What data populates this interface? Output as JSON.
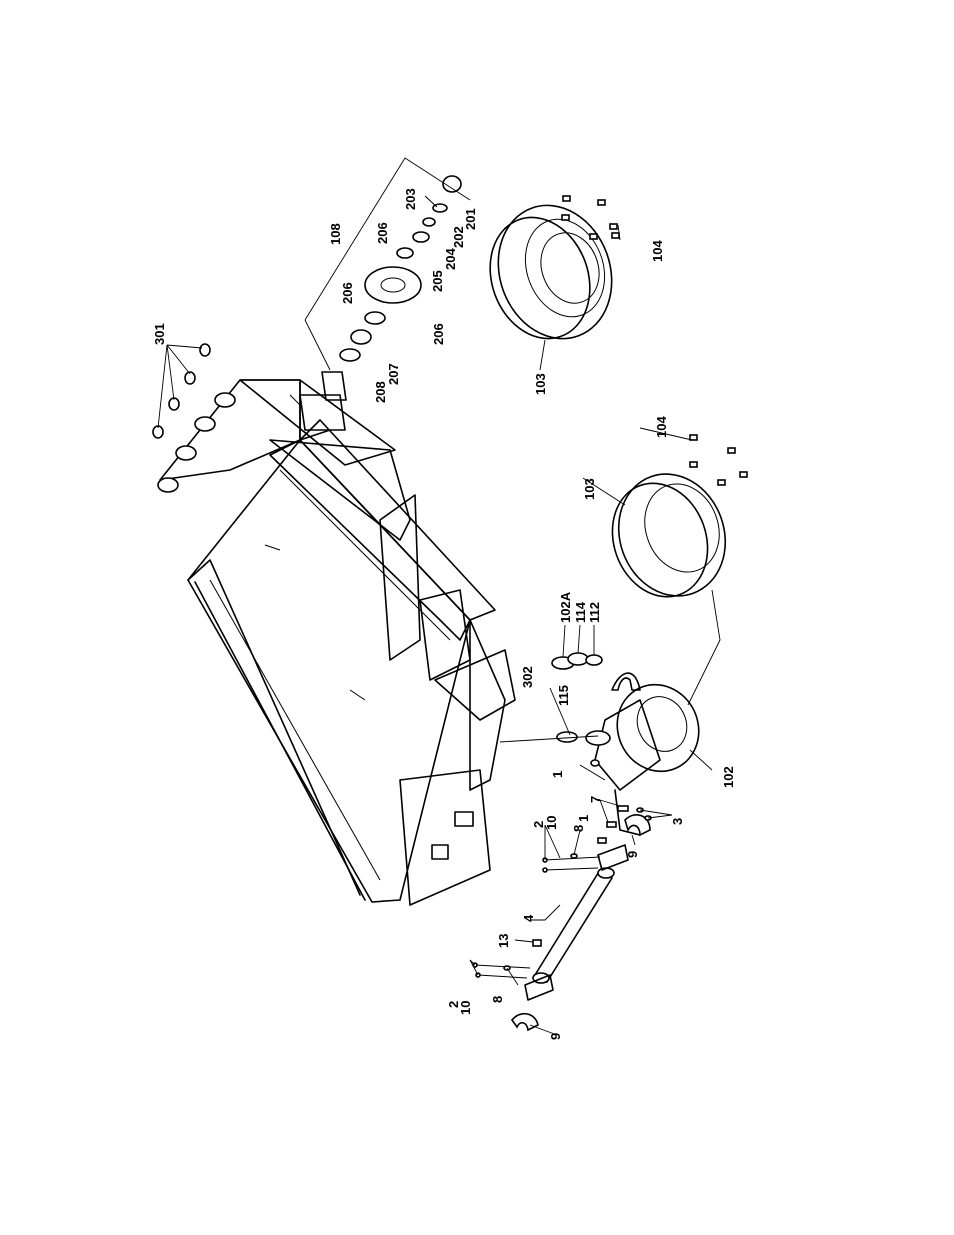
{
  "callouts": {
    "c301": "301",
    "c108": "108",
    "c203": "203",
    "c206a": "206",
    "c206b": "206",
    "c206c": "206",
    "c205": "205",
    "c204": "204",
    "c202": "202",
    "c201": "201",
    "c208": "208",
    "c207": "207",
    "c103a": "103",
    "c104a": "104",
    "c104b": "104",
    "c103b": "103",
    "c102A": "102A",
    "c114": "114",
    "c112": "112",
    "c302": "302",
    "c115": "115",
    "c1a": "1",
    "c102": "102",
    "c7": "7",
    "c1b": "1",
    "c3": "3",
    "c2a": "2",
    "c10a": "10",
    "c8a": "8",
    "c9a": "9",
    "c4": "4",
    "c13": "13",
    "c2b": "2",
    "c10b": "10",
    "c8b": "8",
    "c9b": "9"
  }
}
